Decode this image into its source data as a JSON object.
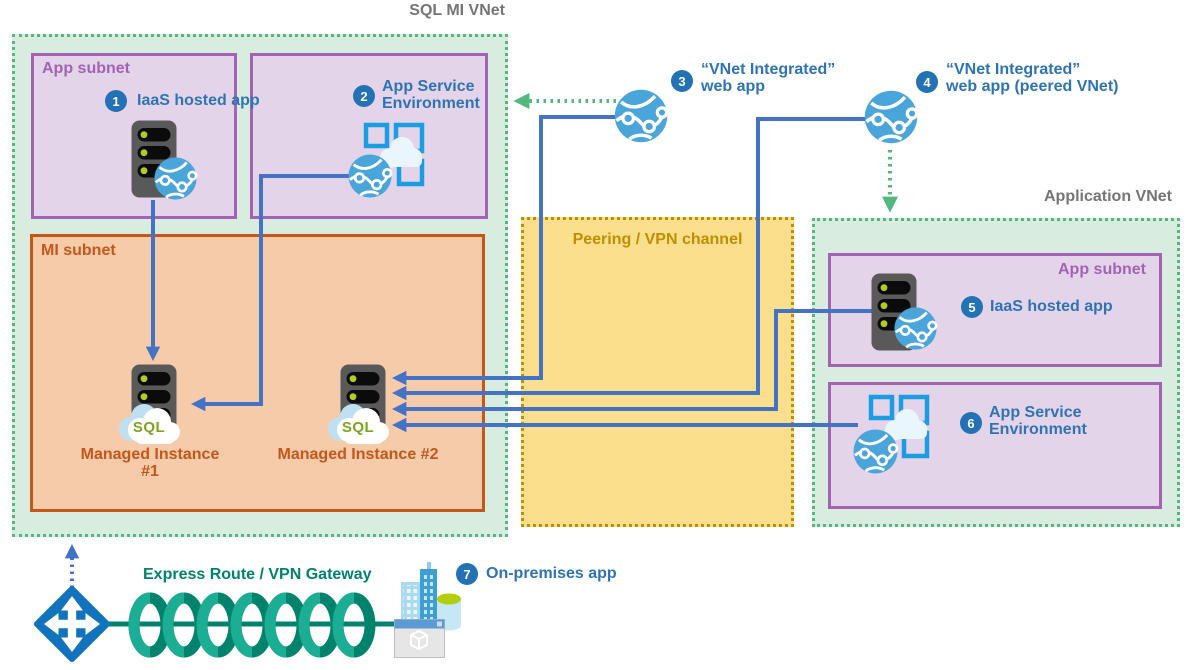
{
  "titles": {
    "sql_mi_vnet": "SQL MI VNet",
    "application_vnet": "Application VNet"
  },
  "sql_mi_vnet": {
    "app_subnet_label": "App subnet",
    "iaas_app": {
      "num": "1",
      "label": "IaaS hosted app"
    },
    "ase": {
      "num": "2",
      "label": "App Service\nEnvironment"
    },
    "mi_subnet_label": "MI subnet",
    "mi1_label": "Managed Instance #1",
    "mi2_label": "Managed Instance #2",
    "sql_label": "SQL"
  },
  "middle": {
    "peering_label": "Peering / VPN channel",
    "webapp3": {
      "num": "3",
      "label": "“VNet Integrated”\nweb app"
    },
    "webapp4": {
      "num": "4",
      "label": "“VNet Integrated”\nweb app (peered VNet)"
    }
  },
  "application_vnet": {
    "app_subnet_label": "App subnet",
    "iaas_app": {
      "num": "5",
      "label": "IaaS hosted app"
    },
    "ase": {
      "num": "6",
      "label": "App Service\nEnvironment"
    }
  },
  "onprem": {
    "express_route_label": "Express Route / VPN Gateway",
    "app": {
      "num": "7",
      "label": "On-premises app"
    }
  },
  "colors": {
    "vnet_green": "#53B87E",
    "subnet_purple": "#A263B2",
    "mi_orange": "#C4571A",
    "peering_gold": "#BF9000",
    "connector_blue": "#4472C4",
    "label_blue": "#2E74B5",
    "badge_blue": "#2272B5",
    "teal": "#00836D"
  }
}
